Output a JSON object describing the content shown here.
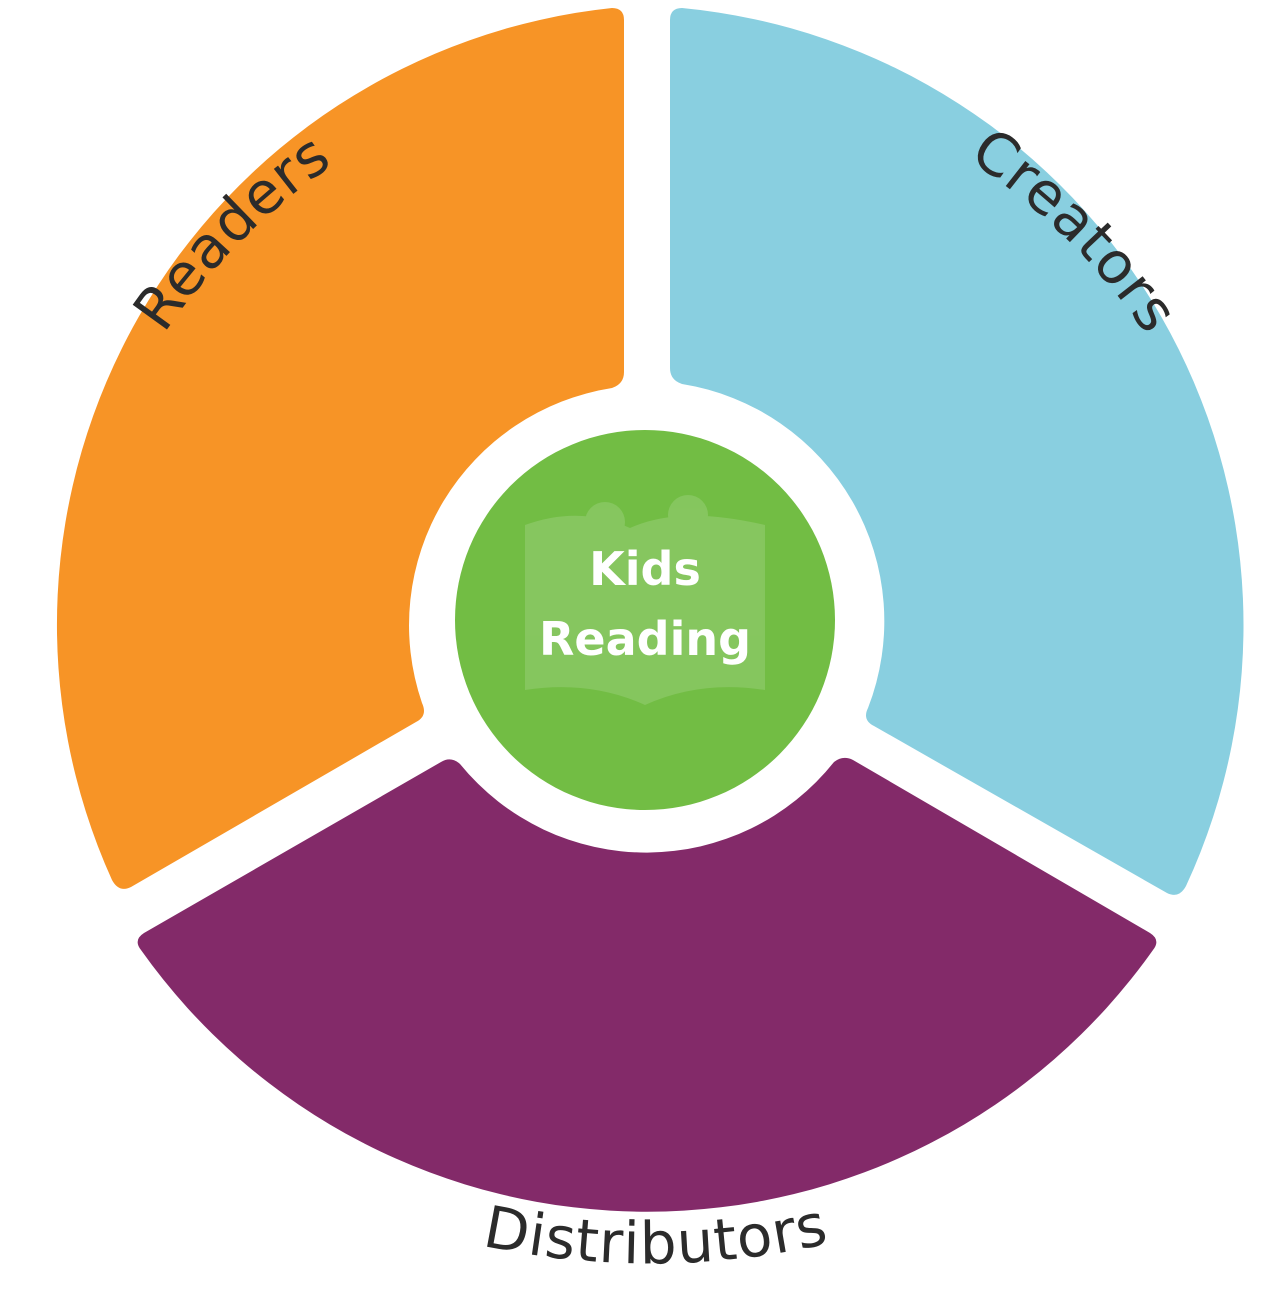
{
  "diagram": {
    "center": {
      "line1": "Kids",
      "line2": "Reading",
      "color": "#72bd44",
      "watermark_icon": "book-person-icon"
    },
    "segments": [
      {
        "label": "Readers",
        "color": "#f79426"
      },
      {
        "label": "Creators",
        "color": "#89cfe0"
      },
      {
        "label": "Distributors",
        "color": "#832a69"
      }
    ]
  }
}
